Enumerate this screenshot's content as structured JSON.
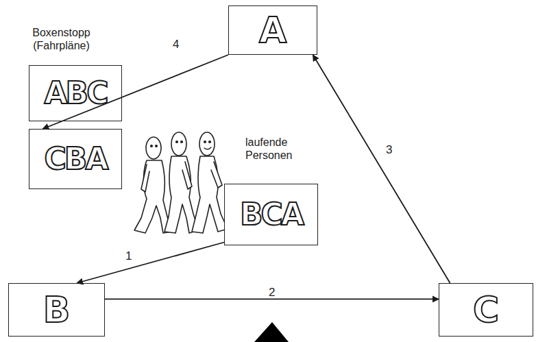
{
  "diagram": {
    "nodes": [
      {
        "text": [
          "A"
        ]
      },
      {
        "text": [
          "Boxenstopp (Fahrpläne)",
          "ABC"
        ]
      },
      {
        "text": [
          "CBA"
        ]
      },
      {
        "text": [
          "laufende Personen",
          "BCA"
        ]
      },
      {
        "text": [
          "B"
        ]
      },
      {
        "text": [
          "C"
        ]
      }
    ],
    "edges": [
      {
        "from": 3,
        "to": 4,
        "label": "1",
        "arrow": "to"
      },
      {
        "from": 4,
        "to": 5,
        "label": "2",
        "arrow": "to"
      },
      {
        "from": 5,
        "to": 0,
        "label": "3",
        "arrow": "to"
      },
      {
        "from": 0,
        "to": 2,
        "label": "4",
        "arrow": "to"
      }
    ]
  }
}
